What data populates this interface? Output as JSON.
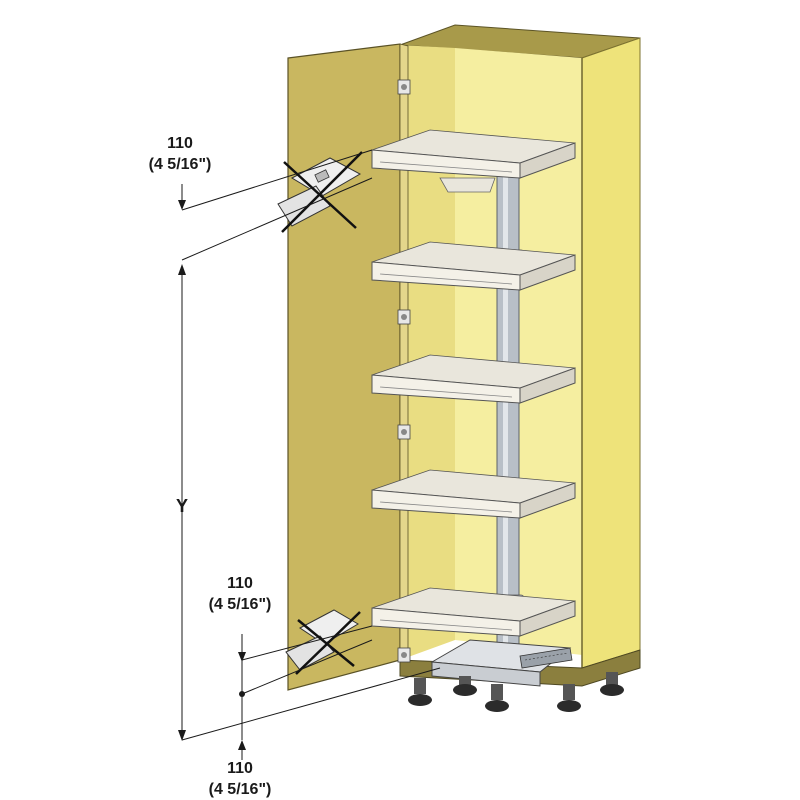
{
  "dimensions": {
    "top": {
      "value": "110",
      "imperial": "(4 5/16\")"
    },
    "bottom_upper": {
      "value": "110",
      "imperial": "(4 5/16\")"
    },
    "bottom_lower": {
      "value": "110",
      "imperial": "(4 5/16\")"
    },
    "height_variable": "Y"
  },
  "colors": {
    "cabinet_side": "#EEE37A",
    "cabinet_back": "#F5EEA0",
    "cabinet_top": "#A89A4A",
    "door_front": "#C9B760",
    "door_edge": "#E4D68B",
    "tray": "#F4F1E8",
    "tray_rim": "#D8D4C8",
    "pole": "#B8BFC7",
    "leg": "#2B2B2B",
    "line": "#1A1A1A"
  },
  "icons": [
    "hinge-icon",
    "cross-out-icon",
    "arrow-icon",
    "pole-clamp-icon",
    "leveling-foot-icon"
  ]
}
